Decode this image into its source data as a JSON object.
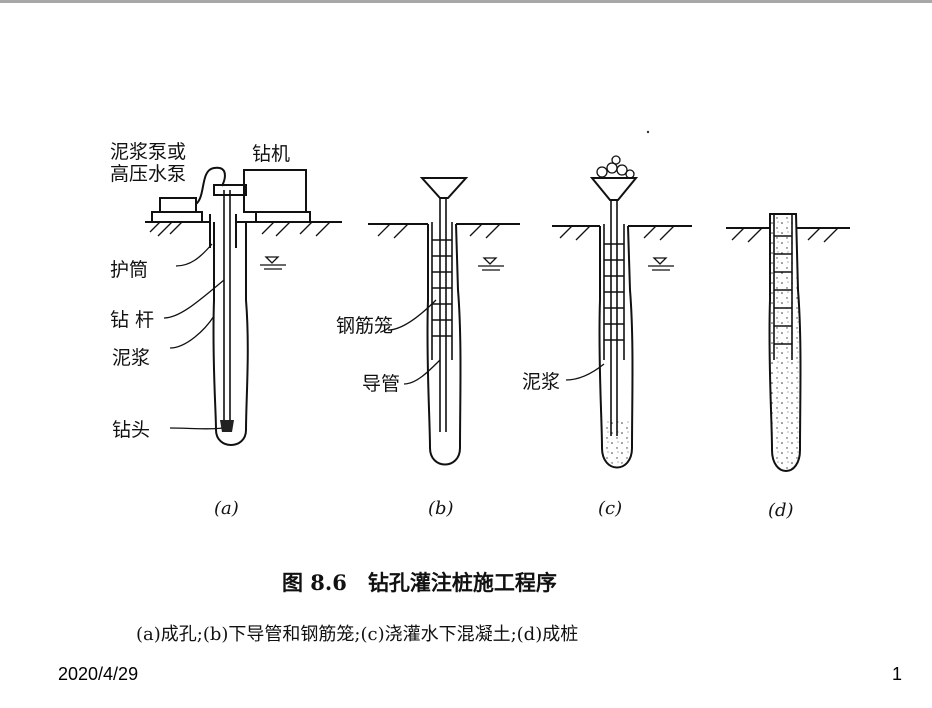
{
  "figure": {
    "labels": {
      "pump_line1": "泥浆泵或",
      "pump_line2": "高压水泵",
      "drill_rig": "钻机",
      "casing": "护筒",
      "drill_rod": "钻 杆",
      "mud_a": "泥浆",
      "drill_bit": "钻头",
      "rebar_cage": "钢筋笼",
      "tremie": "导管",
      "mud_c": "泥浆"
    },
    "sub_labels": {
      "a": "(a)",
      "b": "(b)",
      "c": "(c)",
      "d": "(d)"
    },
    "title": "图 8.6　钻孔灌注桩施工程序",
    "caption": "(a)成孔;(b)下导管和钢筋笼;(c)浇灌水下混凝土;(d)成桩"
  },
  "footer": {
    "date": "2020/4/29",
    "page": "1"
  }
}
